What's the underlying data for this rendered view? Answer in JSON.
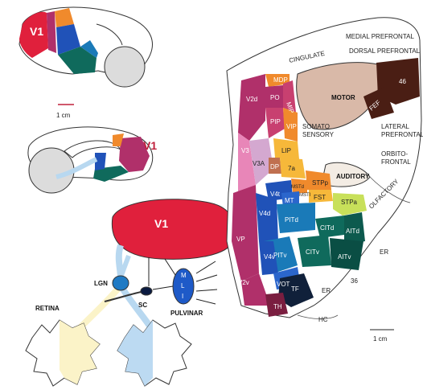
{
  "top_left": {
    "v1": "V1",
    "scale": "1 cm"
  },
  "medial": {
    "v1": "V1"
  },
  "subcortical": {
    "v1": "V1",
    "lgn": "LGN",
    "sc": "SC",
    "pulvinar": "PULVINAR",
    "retina": "RETINA",
    "pulv_m": "M",
    "pulv_l": "L",
    "pulv_i": "I"
  },
  "flatmap": {
    "regions": {
      "cingulate": "CINGULATE",
      "medial_prefrontal": "MEDIAL PREFRONTAL",
      "dorsal_prefrontal": "DORSAL PREFRONTAL",
      "motor": "MOTOR",
      "area46": "46",
      "fef": "FEF",
      "lateral_prefrontal_1": "LATERAL",
      "lateral_prefrontal_2": "PREFRONTAL",
      "orbito_1": "ORBITO-",
      "orbito_2": "FRONTAL",
      "somato_1": "SOMATO",
      "somato_2": "SENSORY",
      "auditory": "AUDITORY",
      "olfactory": "OLFACTORY",
      "er": "ER",
      "er2": "ER",
      "hc": "HC",
      "a36": "36",
      "tf": "TF",
      "th": "TH",
      "mdp": "MDP",
      "po": "PO",
      "mip": "MIP",
      "pip": "PIP",
      "vip": "VIP",
      "lip": "LIP",
      "dp": "DP",
      "a7a": "7a",
      "v3a": "V3A",
      "v2d": "V2d",
      "v3": "V3",
      "v4t": "V4t",
      "v4d": "V4d",
      "mt": "MT",
      "mstd": "MSTd",
      "mstl": "MSTI",
      "fst": "FST",
      "stpp": "STPp",
      "stpa": "STPa",
      "pitd": "PITd",
      "pitv": "PITv",
      "citd": "CITd",
      "citv": "CITv",
      "aitd": "AITd",
      "aitv": "AITv",
      "v4v": "V4v",
      "vot": "VOT",
      "vp": "VP",
      "v2v": "V2v"
    },
    "scale": "1 cm"
  },
  "colors": {
    "v1": "#e0203c",
    "v2": "#b0306a",
    "v3": "#e886b8",
    "parietal_orange": "#f08a2c",
    "parietal_yellow": "#f6b83a",
    "mt_blue": "#2052b8",
    "it_blue": "#1a7ab8",
    "it_teal": "#0f6a5c",
    "stpa_green": "#c8e05a",
    "motor": "#d9b9a8",
    "area46": "#4a1e14",
    "tf": "#10203a",
    "pulvinar": "#1e5ac8",
    "retina_left": "#fbf3c8",
    "retina_right": "#bcdaf2",
    "brain_grey": "#dcdcdc"
  }
}
